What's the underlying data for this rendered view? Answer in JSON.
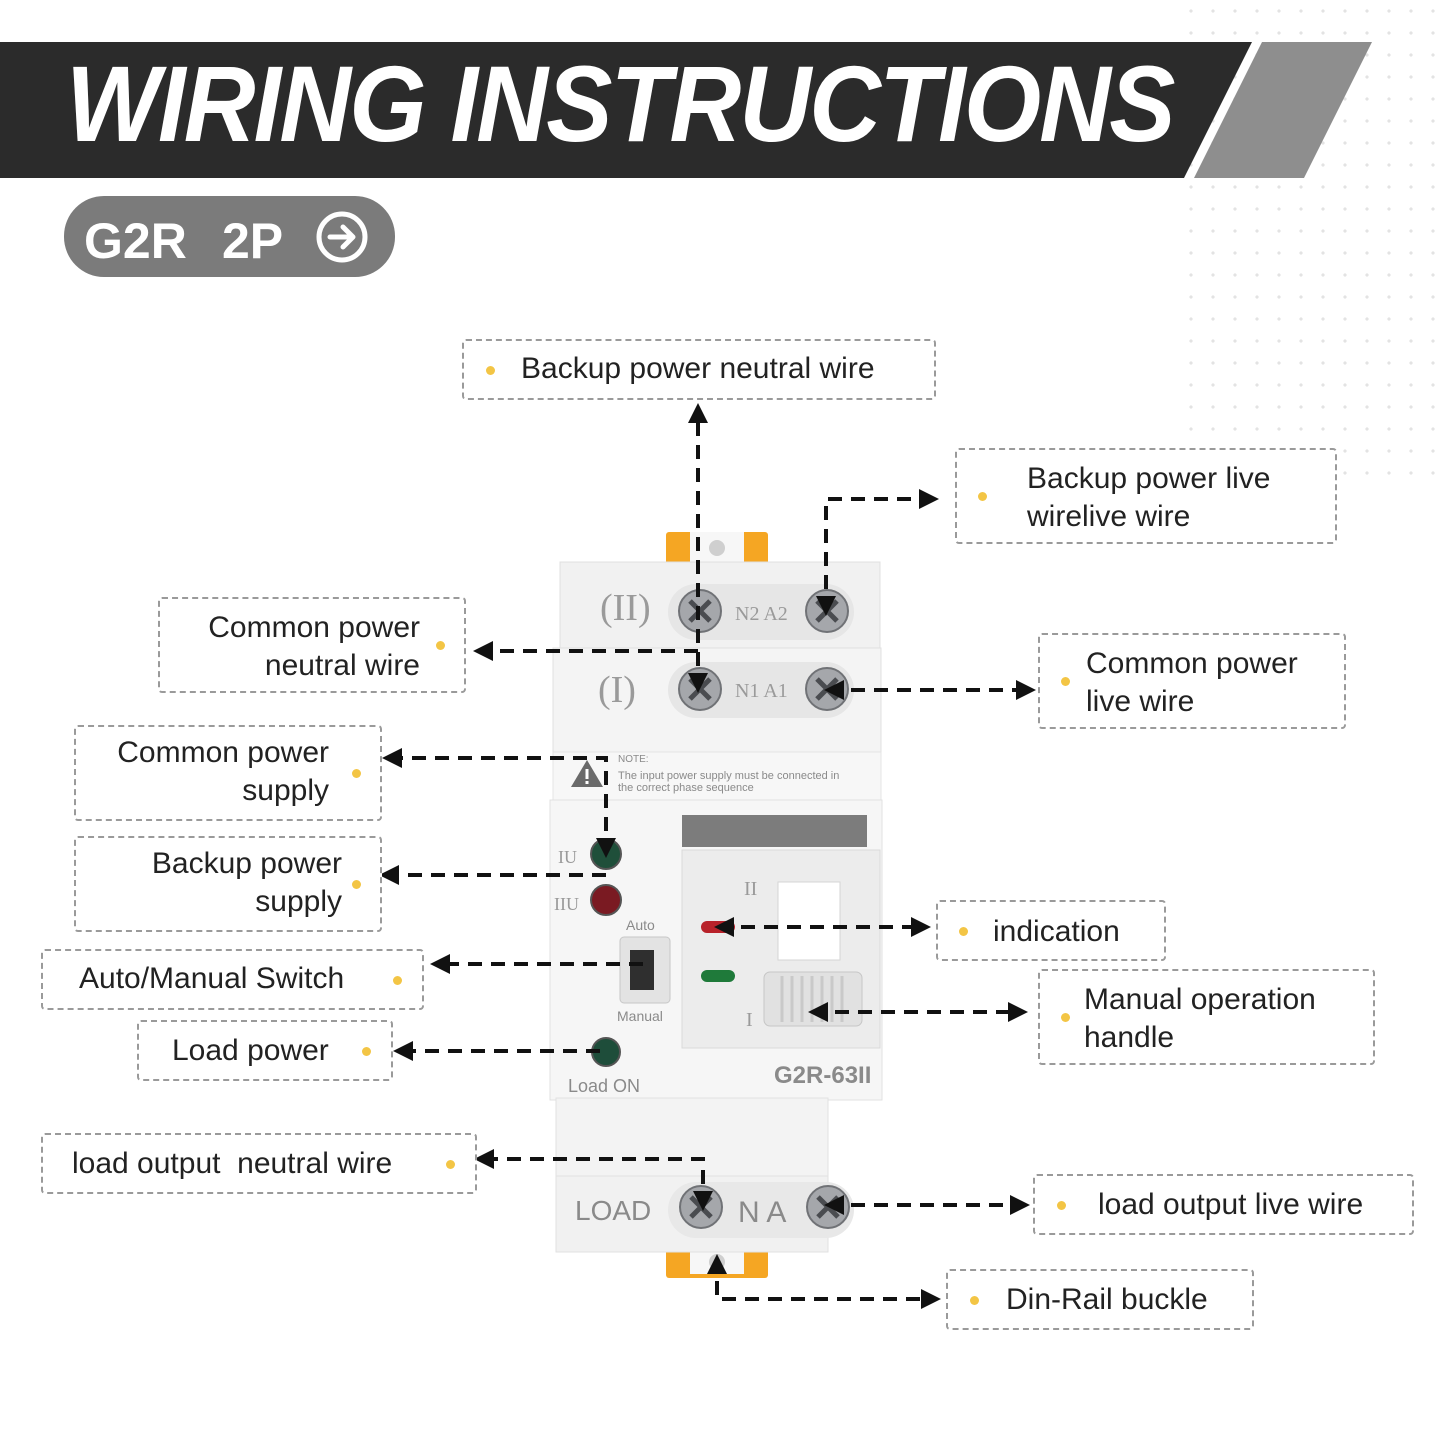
{
  "banner": {
    "title": "WIRING INSTRUCTIONS"
  },
  "model_badge": {
    "model": "G2R",
    "poles": "2P"
  },
  "device": {
    "terminal_top": "(II)",
    "terminal_top_labels": "N2 A2",
    "terminal_mid": "(I)",
    "terminal_mid_labels": "N1 A1",
    "note_title": "NOTE:",
    "note_line1": "The input power supply must be connected in",
    "note_line2": "the correct phase sequence",
    "indicator_1": "IU",
    "indicator_2": "IIU",
    "switch_auto": "Auto",
    "switch_manual": "Manual",
    "load_on": "Load ON",
    "model_code": "G2R-63II",
    "handle_top": "II",
    "handle_bottom": "I",
    "terminal_bottom": "LOAD",
    "terminal_bottom_labels": "N  A"
  },
  "callouts": {
    "backup_neutral": "Backup power neutral wire",
    "backup_live": "Backup power live\nwirelive wire",
    "common_neutral": "Common power\nneutral wire",
    "common_live": "Common power\nlive wire",
    "common_supply": "Common power\nsupply",
    "backup_supply": "Backup power\nsupply",
    "indication": "indication",
    "auto_manual": "Auto/Manual Switch",
    "manual_handle": "Manual operation\nhandle",
    "load_power": "Load power",
    "load_neutral": "load output  neutral wire",
    "load_live": "load output live wire",
    "din_rail": "Din-Rail buckle"
  },
  "colors": {
    "banner_dark": "#2b2b2b",
    "banner_stripe": "#8e8e8e",
    "badge_gray": "#7b7b7b",
    "bullet_yellow": "#f3c545",
    "clip_orange": "#f5a623",
    "led_red": "#b8222a",
    "led_green": "#1f7a3a"
  }
}
